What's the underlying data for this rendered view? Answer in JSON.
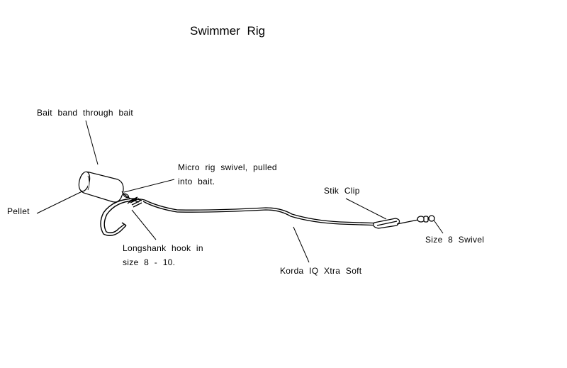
{
  "diagram": {
    "title": "Swimmer  Rig",
    "labels": {
      "bait_band": "Bait  band  through  bait",
      "micro_swivel_line1": "Micro  rig  swivel,  pulled",
      "micro_swivel_line2": "into  bait.",
      "pellet": "Pellet",
      "stik_clip": "Stik  Clip",
      "swivel": "Size  8  Swivel",
      "hook_line1": "Longshank  hook  in",
      "hook_line2": "size  8  -  10.",
      "hooklink": "Korda  IQ  Xtra  Soft"
    }
  }
}
